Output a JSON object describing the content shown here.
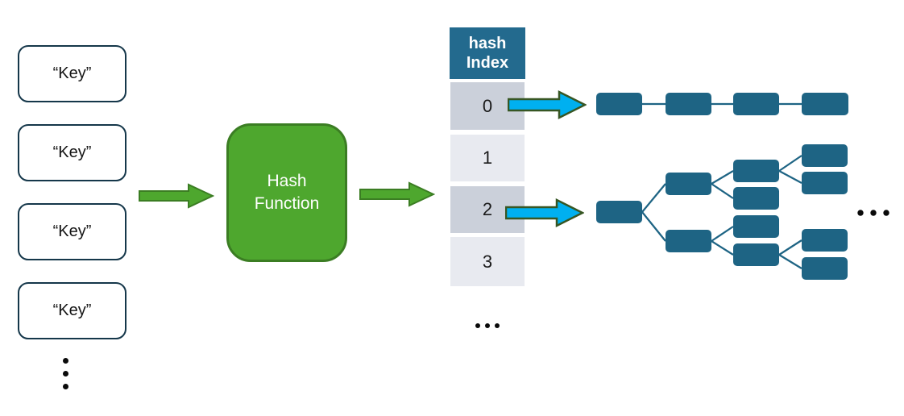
{
  "keys": {
    "items": [
      "“Key”",
      "“Key”",
      "“Key”",
      "“Key”"
    ]
  },
  "hash_function": {
    "lines": [
      "Hash",
      "Function"
    ]
  },
  "table": {
    "header_lines": [
      "hash",
      "Index"
    ],
    "rows": [
      "0",
      "1",
      "2",
      "3"
    ]
  },
  "buckets": {
    "index_0": {
      "type": "linked-list",
      "node_count": 4
    },
    "index_2": {
      "type": "binary-tree",
      "node_count": 11,
      "levels": [
        1,
        2,
        4,
        4
      ]
    }
  },
  "colors": {
    "node_teal": "#1E6484",
    "table_header_teal": "#236A8E",
    "row_band_dark": "#CBD0DA",
    "row_band_light": "#E8EAF0",
    "arrow_green": "#4EA72E",
    "arrow_green_border": "#3B7D23",
    "arrow_cyan": "#00B0F0",
    "arrow_cyan_border": "#375623",
    "key_box_border": "#15374A",
    "background": "#FFFFFF"
  }
}
